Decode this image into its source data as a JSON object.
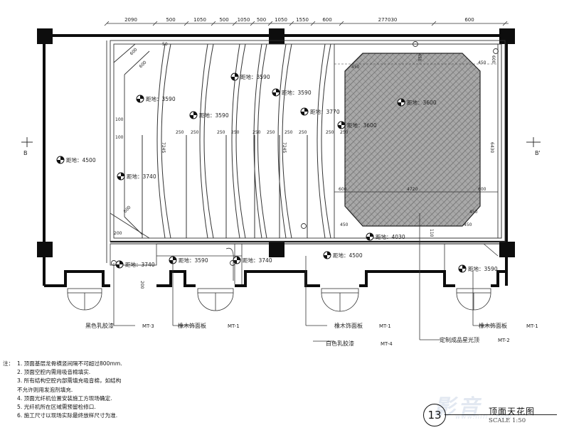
{
  "top_dims": [
    "2090",
    "500",
    "1050",
    "500",
    "1050",
    "500",
    "1050",
    "1550",
    "600",
    "277030",
    "600"
  ],
  "section_left": "B",
  "section_right": "B'",
  "height_labels": [
    {
      "text": "距地：4500"
    },
    {
      "text": "距地：3590"
    },
    {
      "text": "距地：3740"
    },
    {
      "text": "距地：3590"
    },
    {
      "text": "距地：3590"
    },
    {
      "text": "距地：3590"
    },
    {
      "text": "距地：3770"
    },
    {
      "text": "距地：3600"
    },
    {
      "text": "距地：3600"
    },
    {
      "text": "距地：4030"
    },
    {
      "text": "距地：3740"
    },
    {
      "text": "距地：3590"
    },
    {
      "text": "距地：3740"
    },
    {
      "text": "距地：4500"
    },
    {
      "text": "距地：3590"
    }
  ],
  "inner_dims": [
    "600",
    "600",
    "100",
    "100",
    "7245",
    "7245",
    "6430",
    "450",
    "450",
    "450",
    "450",
    "450",
    "450",
    "4720",
    "600",
    "600",
    "600",
    "600",
    "110",
    "200",
    "200",
    "50",
    "250",
    "250",
    "250",
    "250",
    "250",
    "250",
    "250",
    "250",
    "250",
    "250"
  ],
  "callouts": [
    {
      "text": "黑色乳胶漆",
      "code": "MT-3"
    },
    {
      "text": "橡木饰面板",
      "code": "MT-1"
    },
    {
      "text": "橡木饰面板",
      "code": "MT-1"
    },
    {
      "text": "白色乳胶漆",
      "code": "MT-4"
    },
    {
      "text": "定制成品星光顶",
      "code": "MT-2"
    },
    {
      "text": "橡木饰面板",
      "code": "MT-1"
    }
  ],
  "notes": [
    {
      "prefix": "注：",
      "text": "1. 顶面基层龙骨横竖间隔不可超过800mm."
    },
    {
      "prefix": "",
      "text": "2. 顶面空腔内需用吸音棉填实."
    },
    {
      "prefix": "",
      "text": "3. 所有结构空腔内部需填充吸音棉，如结构"
    },
    {
      "prefix": "",
      "text": "   不允许则用发泡剂填充."
    },
    {
      "prefix": "",
      "text": "4. 顶面光纤机位置安装施工方现场确定."
    },
    {
      "prefix": "",
      "text": "5. 光纤机所在区域需预留检修口."
    },
    {
      "prefix": "",
      "text": "6. 施工尺寸以现场实际最终放样尺寸为准."
    }
  ],
  "title": {
    "number": "13",
    "name": "顶面天花图",
    "scale": "SCALE 1:50"
  },
  "watermark": {
    "main": "影音",
    "sub": "www.hifi...com"
  },
  "colors": {
    "wall": "#0d0d0d",
    "line": "#333333",
    "star_fill": "#9a9a9a"
  }
}
